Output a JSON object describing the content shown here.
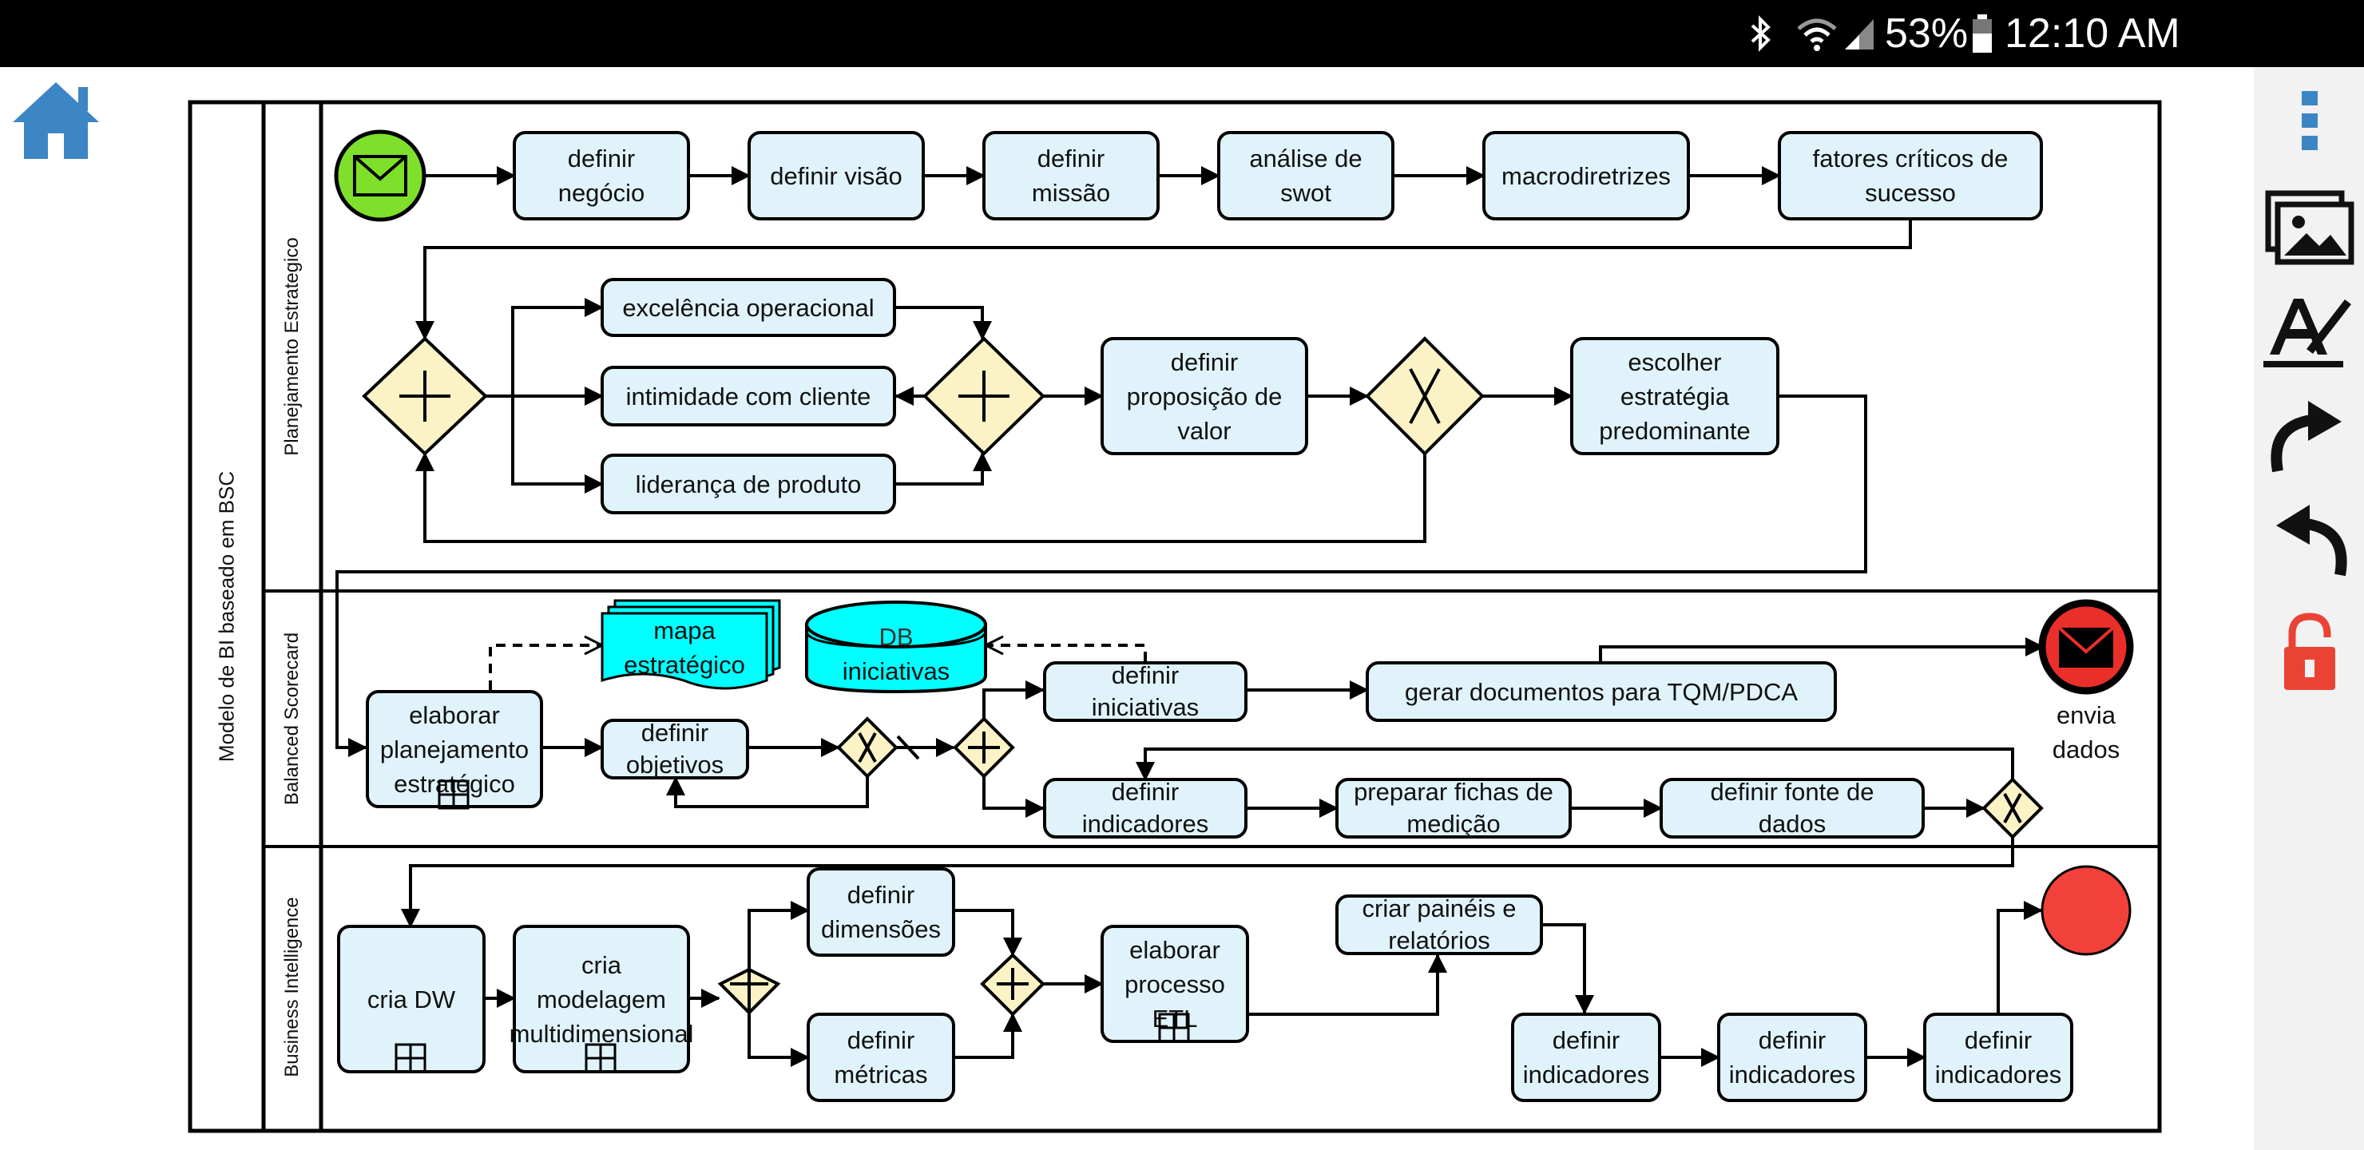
{
  "status_bar": {
    "battery": "53%",
    "time": "12:10 AM",
    "icons": [
      "bluetooth-icon",
      "wifi-icon",
      "signal-icon",
      "battery-icon"
    ]
  },
  "nav": {
    "home_icon": "home-icon",
    "home_color": "#3d86c6"
  },
  "toolbar": {
    "icons": [
      "more-vertical-icon",
      "image-gallery-icon",
      "text-style-icon",
      "redo-icon",
      "undo-icon",
      "lock-icon"
    ],
    "accent": "#3d86c6",
    "lock_color": "#ea4335"
  },
  "diagram": {
    "pool_title": "Modelo de BI baseado em BSC",
    "lanes": [
      "Planejamento Estrategico",
      "Balanced Scorecard",
      "Business Intelligence"
    ],
    "colors": {
      "task_fill": "#e0f3fb",
      "gateway_fill": "#fbf3c6",
      "start_event": "#7ee02a",
      "end_event": "#f2413a",
      "data_fill": "#00ffff"
    },
    "tasks": {
      "definir_negocio": [
        "definir",
        "negócio"
      ],
      "definir_visao": [
        "definir visão"
      ],
      "definir_missao": [
        "definir",
        "missão"
      ],
      "analise_swot": [
        "análise de",
        "swot"
      ],
      "macrodiretrizes": [
        "macrodiretrizes"
      ],
      "fatores_criticos": [
        "fatores críticos de",
        "sucesso"
      ],
      "excelencia": [
        "excelência operacional"
      ],
      "intimidade": [
        "intimidade com cliente"
      ],
      "lideranca": [
        "liderança de produto"
      ],
      "proposicao": [
        "definir",
        "proposição de",
        "valor"
      ],
      "escolher": [
        "escolher",
        "estratégia",
        "predominante"
      ],
      "elaborar_planejamento": [
        "elaborar",
        "planejamento",
        "estratégico"
      ],
      "definir_objetivos": [
        "definir",
        "objetivos"
      ],
      "definir_iniciativas": [
        "definir",
        "iniciativas"
      ],
      "gerar_documentos": [
        "gerar documentos para TQM/PDCA"
      ],
      "definir_indicadores_bsc": [
        "definir",
        "indicadores"
      ],
      "preparar_fichas": [
        "preparar fichas de",
        "medição"
      ],
      "definir_fonte": [
        "definir fonte de",
        "dados"
      ],
      "cria_dw": [
        "cria DW"
      ],
      "cria_modelagem": [
        "cria",
        "modelagem",
        "multidimensional"
      ],
      "definir_dimensoes": [
        "definir",
        "dimensões"
      ],
      "definir_metricas": [
        "definir",
        "métricas"
      ],
      "elaborar_processo": [
        "elaborar",
        "processo",
        "ETL"
      ],
      "criar_paineis": [
        "criar painéis e",
        "relatórios"
      ],
      "definir_indicadores_1": [
        "definir",
        "indicadores"
      ],
      "definir_indicadores_2": [
        "definir",
        "indicadores"
      ],
      "definir_indicadores_3": [
        "definir",
        "indicadores"
      ]
    },
    "data_objects": {
      "mapa": [
        "mapa",
        "estratégico"
      ],
      "db": [
        "DB",
        "iniciativas"
      ]
    },
    "end_message_label": [
      "envia",
      "dados"
    ]
  }
}
